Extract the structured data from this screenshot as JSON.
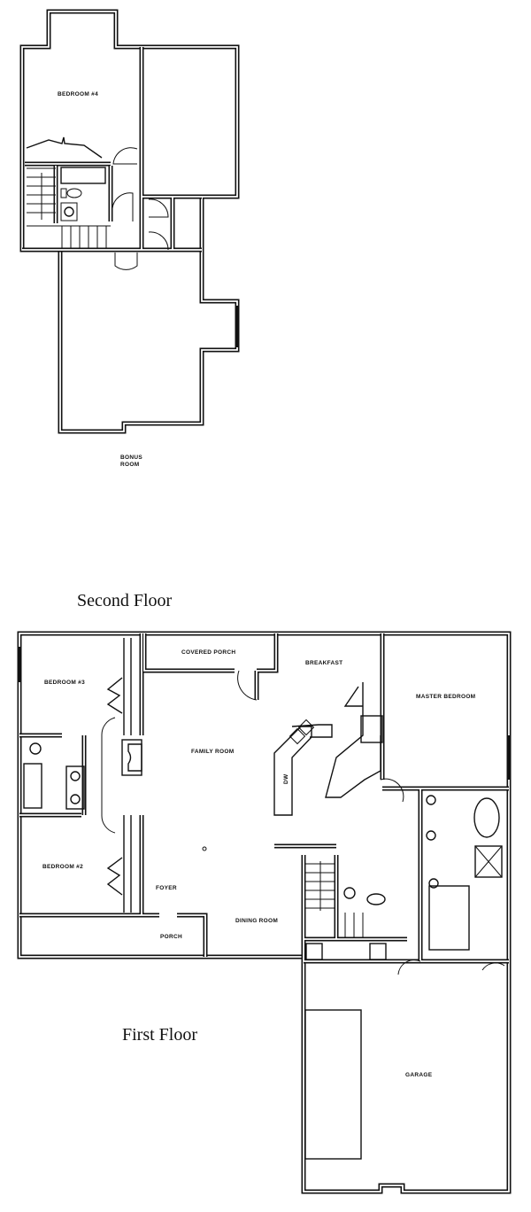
{
  "second_floor": {
    "title": "Second Floor",
    "rooms": {
      "bedroom4": "BEDROOM #4",
      "bonus_line1": "BONUS",
      "bonus_line2": "ROOM"
    }
  },
  "first_floor": {
    "title": "First Floor",
    "rooms": {
      "covered_porch": "COVERED PORCH",
      "breakfast": "BREAKFAST",
      "master_bedroom": "MASTER BEDROOM",
      "bedroom3": "BEDROOM #3",
      "family_room": "FAMILY ROOM",
      "dw": "DW",
      "bedroom2": "BEDROOM #2",
      "foyer": "FOYER",
      "porch": "PORCH",
      "dining_room": "DINING ROOM",
      "garage": "GARAGE"
    }
  }
}
